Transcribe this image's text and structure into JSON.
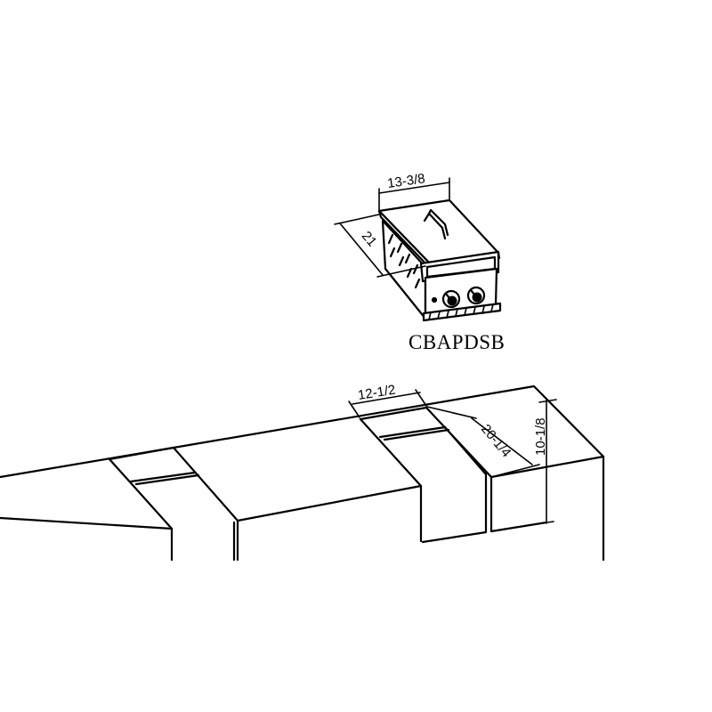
{
  "product": {
    "model_label": "CBAPDSB",
    "width_dim": "13-3/8",
    "depth_dim": "21"
  },
  "cutout": {
    "width_dim": "12-1/2",
    "depth_dim": "20-1/4",
    "height_dim": "10-1/8"
  }
}
